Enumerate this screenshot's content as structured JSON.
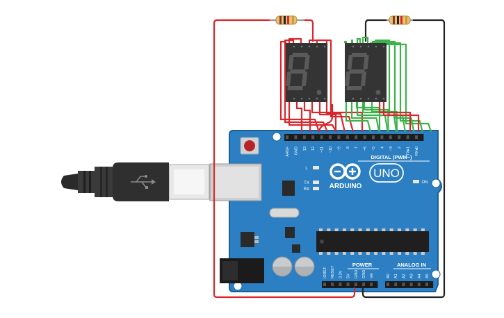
{
  "board": {
    "brand": "ARDUINO",
    "model": "UNO",
    "header_digital": "DIGITAL (PWM~)",
    "header_power": "POWER",
    "header_analog": "ANALOG IN",
    "led_on": "ON",
    "led_l": "L",
    "led_tx": "TX",
    "led_rx": "RX",
    "digital_pins": [
      "AREF",
      "GND",
      "13",
      "12",
      "~11",
      "~10",
      "~9",
      "8",
      "7",
      "~6",
      "~5",
      "4",
      "~3",
      "2",
      "TX▸1",
      "RX◂0"
    ],
    "power_pins": [
      "IOREF",
      "RESET",
      "3.3V",
      "5V",
      "GND",
      "GND",
      "Vin"
    ],
    "analog_pins": [
      "A0",
      "A1",
      "A2",
      "A3",
      "A4",
      "A5"
    ]
  },
  "displays": [
    {
      "digit": "8",
      "state": "off"
    },
    {
      "digit": "8",
      "state": "off"
    }
  ],
  "colors": {
    "board": "#2b7fc2",
    "board_edge": "#1b5f97",
    "wire_red": "#d8272c",
    "wire_green": "#3cb34a",
    "wire_black": "#222222",
    "display_body": "#343434",
    "segment_off": "#5a5a5a"
  },
  "components": [
    "usb-cable",
    "resistor",
    "resistor",
    "seven-segment-display",
    "seven-segment-display",
    "arduino-uno"
  ]
}
